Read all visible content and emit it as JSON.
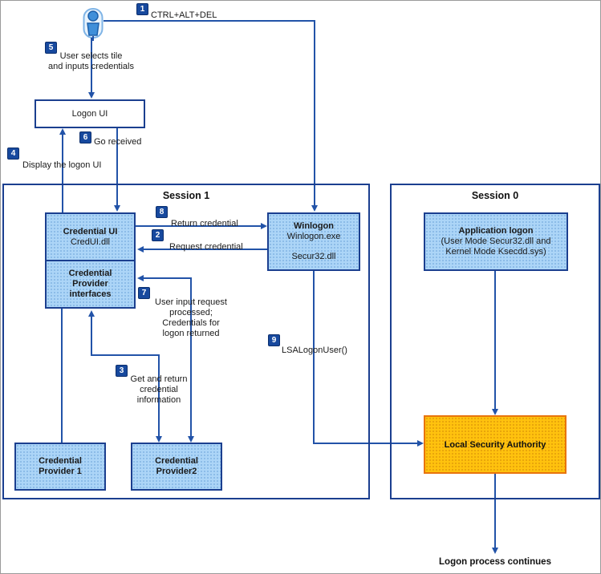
{
  "sessions": {
    "session1_title": "Session 1",
    "session0_title": "Session 0"
  },
  "boxes": {
    "logon_ui": {
      "title": "Logon UI"
    },
    "credential_ui": {
      "title": "Credential UI",
      "subtitle": "CredUI.dll"
    },
    "credential_provider_interfaces": {
      "line1": "Credential",
      "line2": "Provider",
      "line3": "interfaces"
    },
    "winlogon": {
      "title": "Winlogon",
      "subtitle": "Winlogon.exe",
      "module": "Secur32.dll"
    },
    "application_logon": {
      "title": "Application logon",
      "line2": "(User Mode Secur32.dll and",
      "line3": "Kernel Mode Ksecdd.sys)"
    },
    "local_security_authority": {
      "title": "Local Security Authority"
    },
    "credential_provider_1": {
      "line1": "Credential",
      "line2": "Provider 1"
    },
    "credential_provider_2": {
      "line1": "Credential",
      "line2": "Provider2"
    }
  },
  "steps": {
    "s1": {
      "num": "1",
      "label": "CTRL+ALT+DEL"
    },
    "s2": {
      "num": "2",
      "label": "Request credential"
    },
    "s3": {
      "num": "3",
      "line1": "Get and return",
      "line2": "credential",
      "line3": "information"
    },
    "s4": {
      "num": "4",
      "label": "Display the logon UI"
    },
    "s5": {
      "num": "5",
      "line1": "User selects tile",
      "line2": "and inputs credentials"
    },
    "s6": {
      "num": "6",
      "label": "Go received"
    },
    "s7": {
      "num": "7",
      "line1": "User input request",
      "line2": "processed;",
      "line3": "Credentials for",
      "line4": "logon returned"
    },
    "s8": {
      "num": "8",
      "label": "Return credential"
    },
    "s9": {
      "num": "9",
      "label": "LSALogonUser()"
    }
  },
  "footer": {
    "label": "Logon process continues"
  },
  "icons": {
    "user": "user-icon"
  },
  "colors": {
    "line_blue": "#2253A8",
    "box_border": "#1B3F8F",
    "box_fill": "#ACD5F7",
    "badge_fill": "#17499E",
    "lsa_fill": "#FFC20E",
    "lsa_border": "#E8740C",
    "background": "#FFFFFF"
  }
}
